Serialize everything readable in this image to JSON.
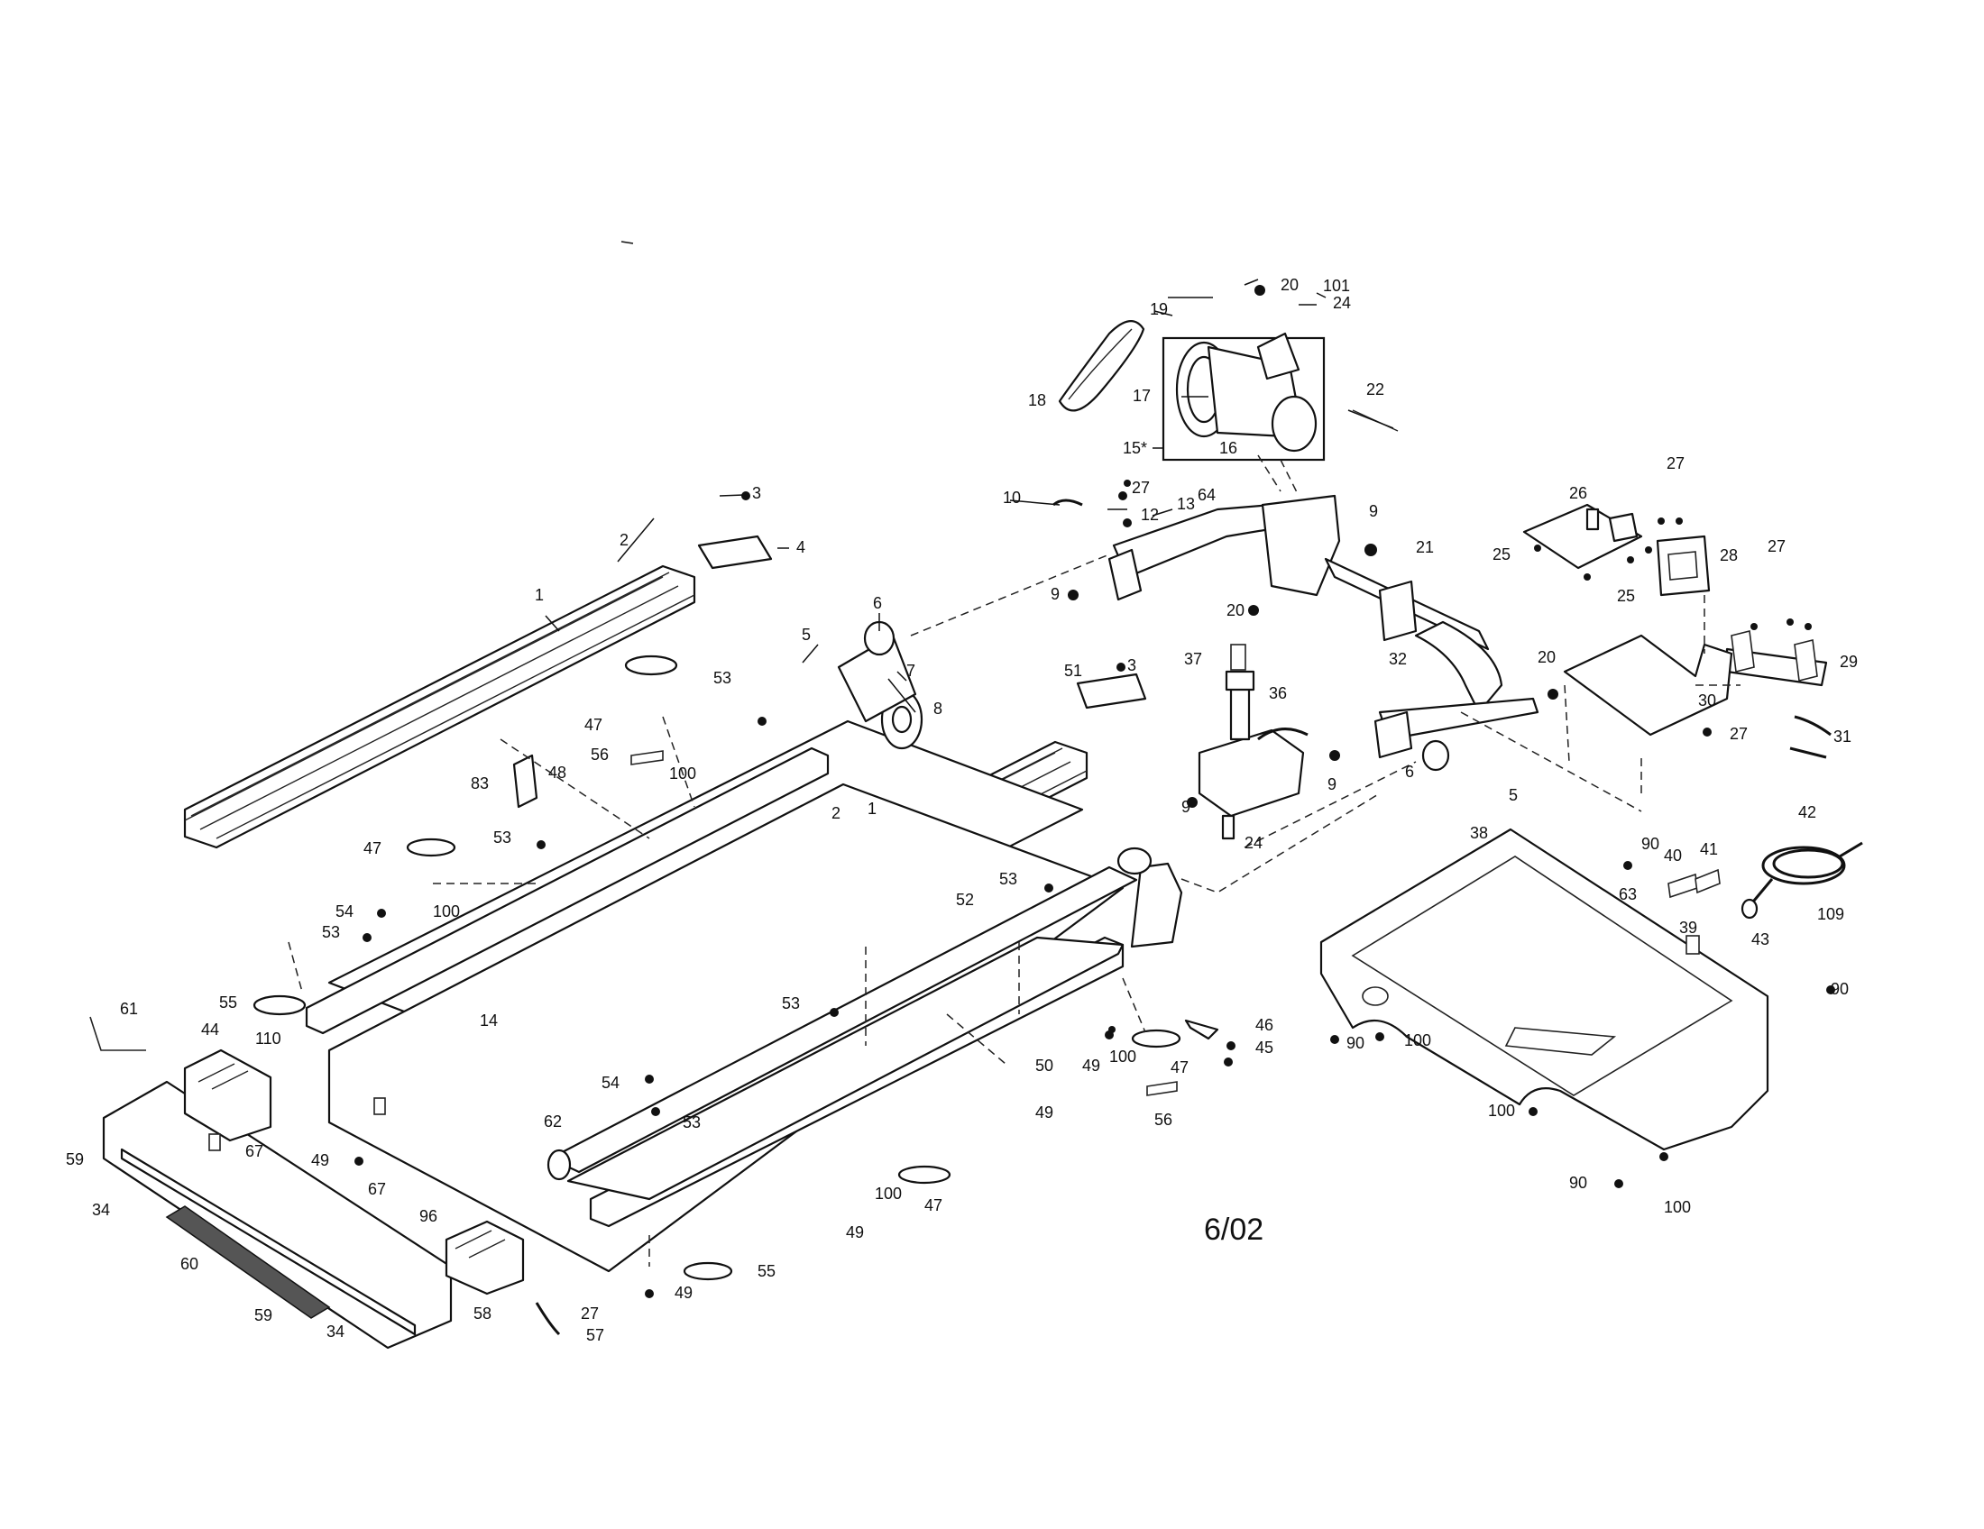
{
  "diagram": {
    "date_stamp": "6/02",
    "callouts": {
      "p1a": "1",
      "p1b": "1",
      "p2a": "2",
      "p2b": "2",
      "p3a": "3",
      "p3b": "3",
      "p4": "4",
      "p5a": "5",
      "p5b": "5",
      "p6a": "6",
      "p6b": "6",
      "p7": "7",
      "p8": "8",
      "p9a": "9",
      "p9b": "9",
      "p9c": "9",
      "p9d": "9",
      "p10": "10",
      "p12": "12",
      "p13": "13",
      "p14": "14",
      "p15": "15*",
      "p16": "16",
      "p17": "17",
      "p18": "18",
      "p19": "19",
      "p20a": "20",
      "p20b": "20",
      "p20c": "20",
      "p21": "21",
      "p22": "22",
      "p24a": "24",
      "p24b": "24",
      "p25a": "25",
      "p25b": "25",
      "p26": "26",
      "p27a": "27",
      "p27b": "27",
      "p27c": "27",
      "p27d": "27",
      "p27e": "27",
      "p28": "28",
      "p29": "29",
      "p30": "30",
      "p31": "31",
      "p32": "32",
      "p34a": "34",
      "p34b": "34",
      "p36": "36",
      "p37": "37",
      "p38": "38",
      "p39": "39",
      "p40": "40",
      "p41": "41",
      "p42": "42",
      "p43": "43",
      "p44": "44",
      "p45": "45",
      "p46": "46",
      "p47a": "47",
      "p47b": "47",
      "p47c": "47",
      "p47d": "47",
      "p48": "48",
      "p49a": "49",
      "p49b": "49",
      "p49c": "49",
      "p49d": "49",
      "p49e": "49",
      "p50": "50",
      "p51": "51",
      "p52": "52",
      "p53a": "53",
      "p53b": "53",
      "p53c": "53",
      "p53d": "53",
      "p53e": "53",
      "p53f": "53",
      "p54a": "54",
      "p54b": "54",
      "p55a": "55",
      "p55b": "55",
      "p56a": "56",
      "p56b": "56",
      "p57": "57",
      "p58": "58",
      "p59a": "59",
      "p59b": "59",
      "p60": "60",
      "p61": "61",
      "p62": "62",
      "p63": "63",
      "p64": "64",
      "p67a": "67",
      "p67b": "67",
      "p83": "83",
      "p90a": "90",
      "p90b": "90",
      "p90c": "90",
      "p90d": "90",
      "p96": "96",
      "p100a": "100",
      "p100b": "100",
      "p100c": "100",
      "p100d": "100",
      "p100e": "100",
      "p100f": "100",
      "p100g": "100",
      "p101": "101",
      "p109": "109",
      "p110": "110"
    }
  }
}
